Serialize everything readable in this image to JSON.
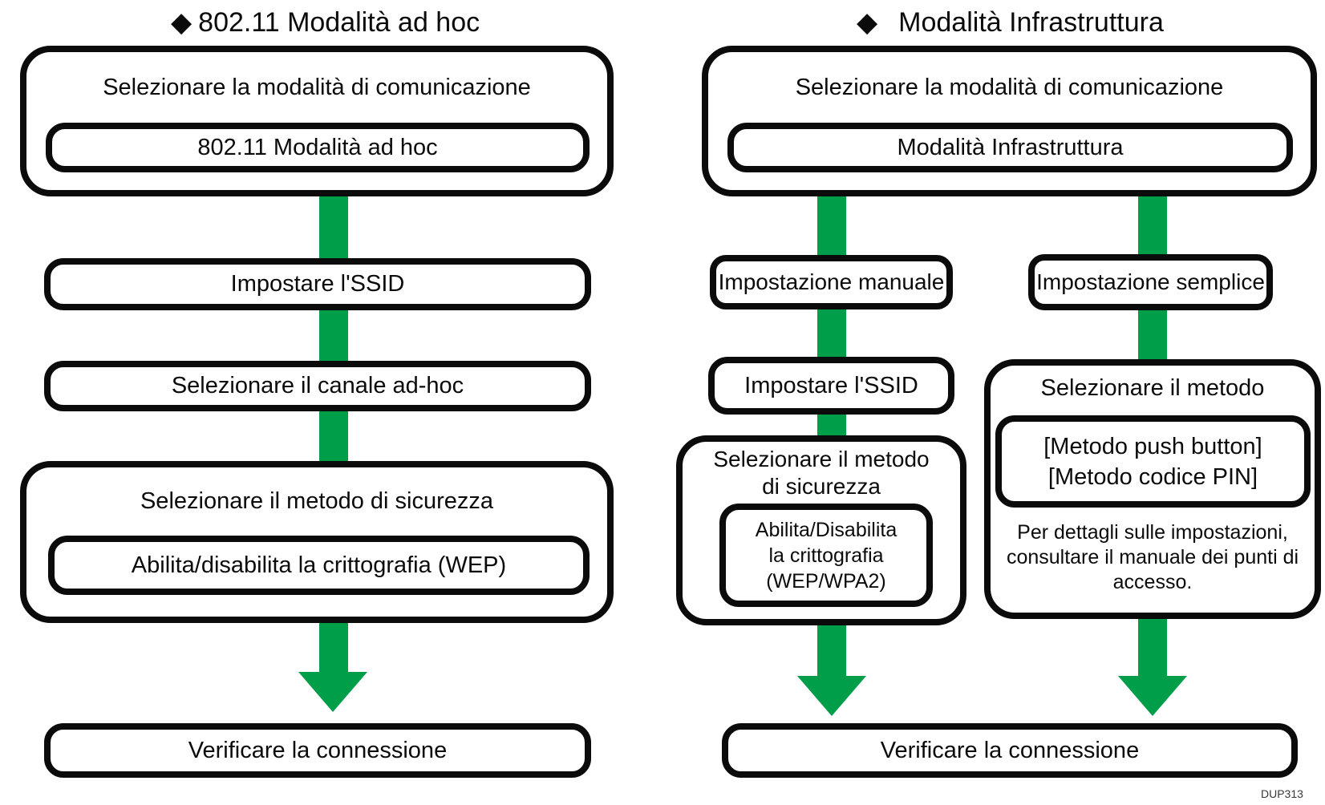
{
  "colors": {
    "green": "#009E49",
    "ink": "#0b0b0b"
  },
  "footer": {
    "code": "DUP313"
  },
  "adhoc": {
    "bullet": "◆",
    "title": "802.11 Modalità ad hoc",
    "select_mode_label": "Selezionare la modalità di comunicazione",
    "select_mode_value": "802.11 Modalità ad hoc",
    "set_ssid": "Impostare l'SSID",
    "select_channel": "Selezionare il canale ad-hoc",
    "security_label": "Selezionare il metodo di sicurezza",
    "security_value": "Abilita/disabilita la crittografia (WEP)",
    "verify": "Verificare la connessione"
  },
  "infra": {
    "bullet": "◆",
    "title": "Modalità Infrastruttura",
    "select_mode_label": "Selezionare la modalità di comunicazione",
    "select_mode_value": "Modalità Infrastruttura",
    "manual": {
      "name": "Impostazione manuale",
      "set_ssid": "Impostare l'SSID",
      "security_label_line1": "Selezionare il metodo",
      "security_label_line2": "di sicurezza",
      "security_value_line1": "Abilita/Disabilita",
      "security_value_line2": "la crittografia",
      "security_value_line3": "(WEP/WPA2)"
    },
    "simple": {
      "name": "Impostazione semplice",
      "method_label": "Selezionare il metodo",
      "method_value_line1": "[Metodo push button]",
      "method_value_line2": "[Metodo codice PIN]",
      "note_line1": "Per dettagli sulle impostazioni,",
      "note_line2": "consultare il manuale dei punti di",
      "note_line3": "accesso."
    },
    "verify": "Verificare la connessione"
  }
}
